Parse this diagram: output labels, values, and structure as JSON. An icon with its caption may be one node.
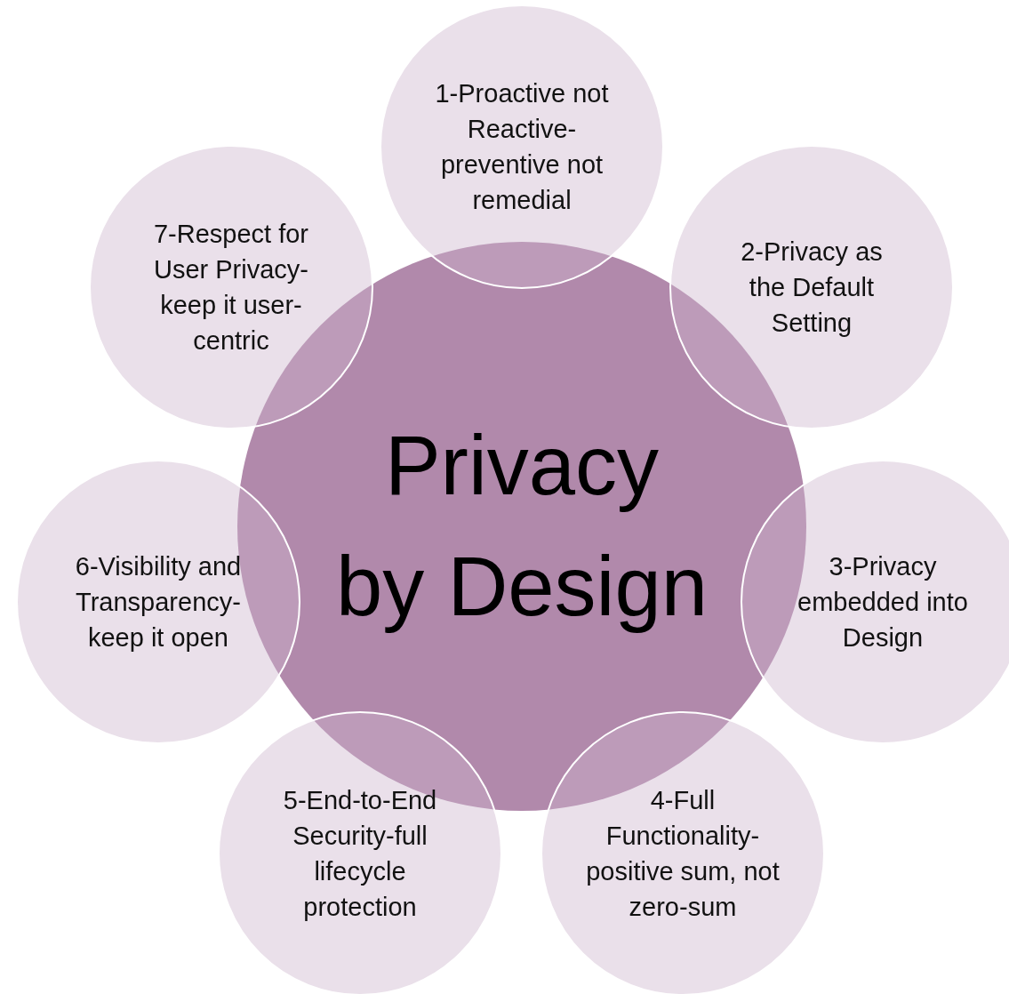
{
  "diagram": {
    "nodes": [
      {
        "text": [
          "Privacy by Design"
        ]
      },
      {
        "text": [
          "1-Proactive not Reactive- preventive not remedial"
        ]
      },
      {
        "text": [
          "2-Privacy as the Default Setting"
        ]
      },
      {
        "text": [
          "3-Privacy embedded into Design"
        ]
      },
      {
        "text": [
          "4-Full Functionality- positive sum, not zero-sum"
        ]
      },
      {
        "text": [
          "5-End-to-End Security-full lifecycle protection"
        ]
      },
      {
        "text": [
          "6-Visibility and Transparency- keep it open"
        ]
      },
      {
        "text": [
          "7-Respect for User Privacy- keep it user- centric"
        ]
      }
    ],
    "edges": []
  }
}
